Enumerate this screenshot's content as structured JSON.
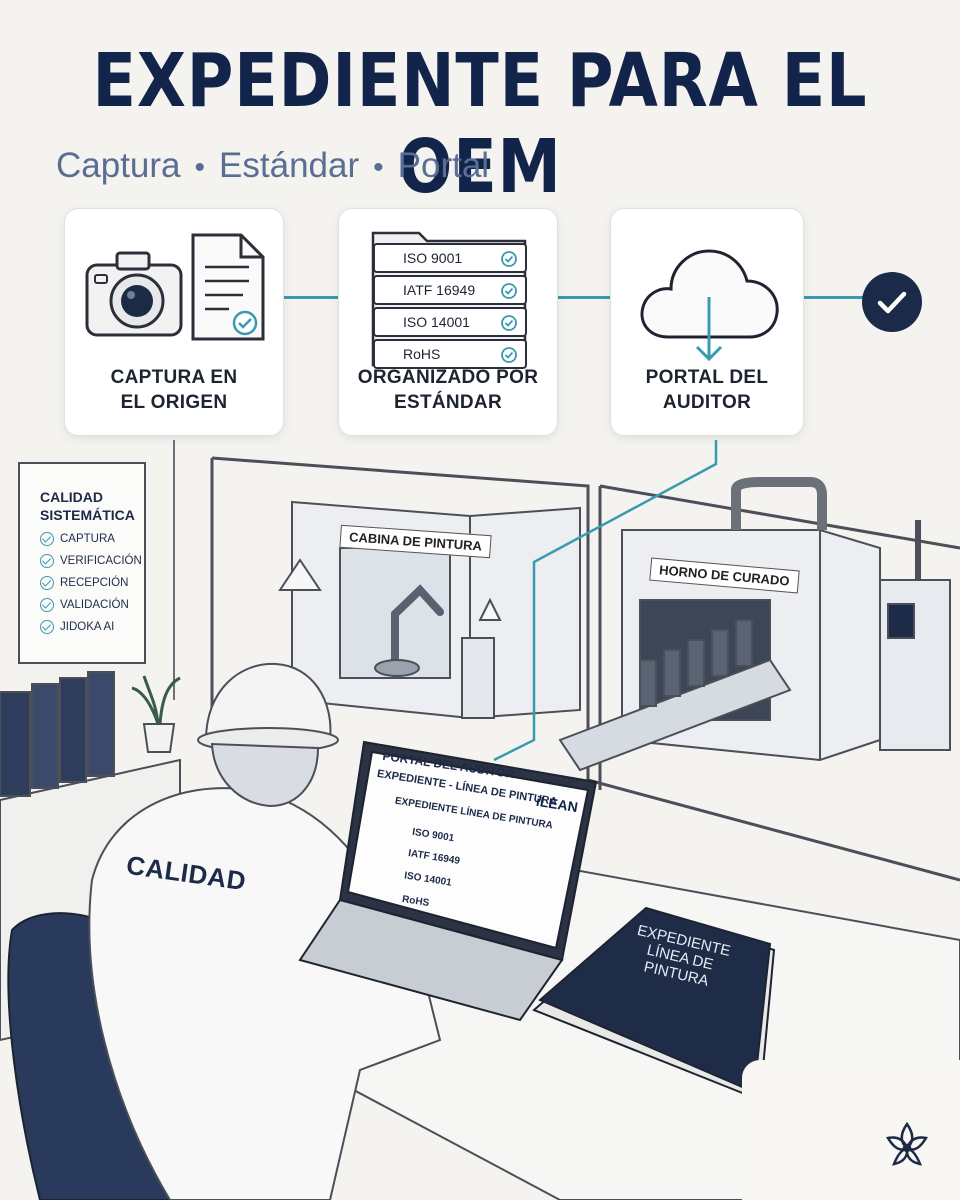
{
  "header": {
    "title": "EXPEDIENTE PARA EL OEM",
    "subtitle_parts": [
      "Captura",
      "Estándar",
      "Portal"
    ],
    "separator": "•"
  },
  "steps": [
    {
      "label": "CAPTURA EN\nEL ORIGEN",
      "icon": "camera-document-icon"
    },
    {
      "label": "ORGANIZADO POR\nESTÁNDAR",
      "icon": "folders-icon",
      "folders": [
        "ISO 9001",
        "IATF 16949",
        "ISO 14001",
        "RoHS"
      ]
    },
    {
      "label": "PORTAL DEL\nAUDITOR",
      "icon": "cloud-download-icon"
    }
  ],
  "done_badge": {
    "icon": "check-icon"
  },
  "poster": {
    "title": "CALIDAD\nSISTEMÁTICA",
    "items": [
      "CAPTURA",
      "VERIFICACIÓN",
      "RECEPCIÓN",
      "VALIDACIÓN",
      "JIDOKA AI"
    ]
  },
  "factory": {
    "booth_sign": "CABINA DE PINTURA",
    "oven_sign": "HORNO DE CURADO"
  },
  "laptop": {
    "header": "PORTAL DEL AUDITOR",
    "subheader": "EXPEDIENTE - LÍNEA DE PINTURA",
    "brand": "iLEAN",
    "root_folder": "EXPEDIENTE LÍNEA DE PINTURA",
    "folders": [
      "ISO 9001",
      "IATF 16949",
      "ISO 14001",
      "RoHS"
    ]
  },
  "worker": {
    "jacket_text": "CALIDAD"
  },
  "binder": {
    "title": "EXPEDIENTE\nLÍNEA DE\nPINTURA"
  },
  "colors": {
    "navy": "#13244a",
    "accent": "#3a9bb0",
    "muted": "#5a6e93"
  }
}
